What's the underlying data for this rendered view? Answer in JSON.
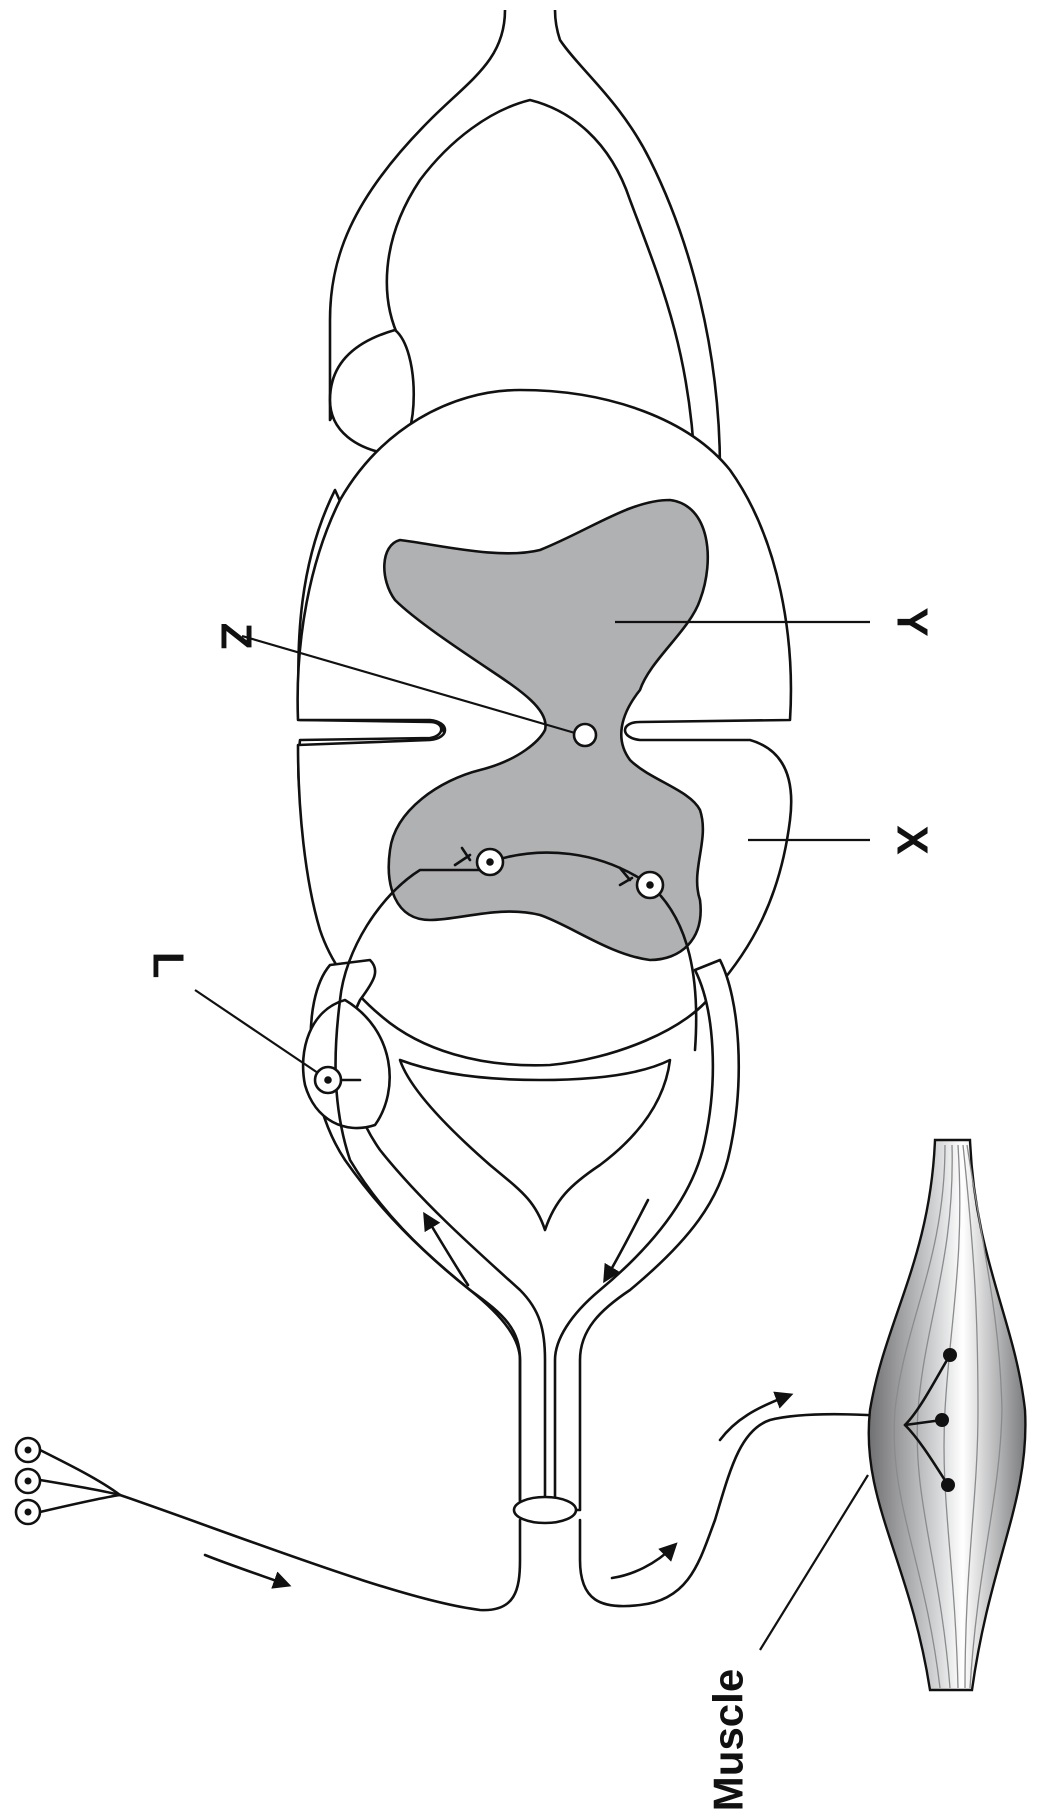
{
  "labels": {
    "z": "Z",
    "y": "Y",
    "x": "X",
    "l": "L",
    "muscle": "Muscle"
  },
  "colors": {
    "gray_matter": "#b0b1b3",
    "stroke": "#111111",
    "background": "#ffffff"
  }
}
